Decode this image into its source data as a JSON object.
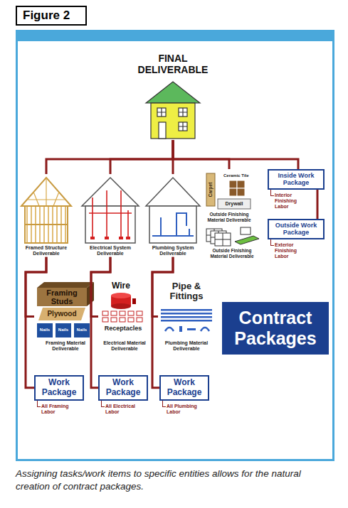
{
  "diagram": {
    "title": "Figure 2",
    "caption": "Assigning tasks/work items to specific entities allows for the natural creation of contract packages.",
    "nodes": [
      {
        "text": [
          "FINAL DELIVERABLE"
        ]
      },
      {
        "text": [
          "Framed Structure Deliverable"
        ]
      },
      {
        "text": [
          "Electrical System Deliverable"
        ]
      },
      {
        "text": [
          "Plumbing System Deliverable"
        ]
      },
      {
        "text": [
          "Outside Finishing Material Deliverable"
        ]
      },
      {
        "text": [
          "Outside Finishing Material Deliverable"
        ]
      },
      {
        "text": [
          "Inside Work Package",
          "Interior Finishing Labor"
        ]
      },
      {
        "text": [
          "Outside Work Package",
          "Exterior Finishing Labor"
        ]
      },
      {
        "text": [
          "Framing Material Deliverable"
        ]
      },
      {
        "text": [
          "Electrical Material Deliverable"
        ]
      },
      {
        "text": [
          "Plumbing Material Deliverable"
        ]
      },
      {
        "text": [
          "Work Package",
          "All Framing Labor"
        ]
      },
      {
        "text": [
          "Work Package",
          "All Electrical Labor"
        ]
      },
      {
        "text": [
          "Work Package",
          "All Plumbing Labor"
        ]
      },
      {
        "text": [
          "Contract Packages"
        ]
      }
    ],
    "edges": [
      {
        "from": 0,
        "to": 1,
        "arrow": "none"
      },
      {
        "from": 0,
        "to": 2,
        "arrow": "none"
      },
      {
        "from": 0,
        "to": 3,
        "arrow": "none"
      },
      {
        "from": 0,
        "to": 4,
        "arrow": "none"
      },
      {
        "from": 0,
        "to": 6,
        "arrow": "none"
      },
      {
        "from": 6,
        "to": 7,
        "arrow": "none"
      },
      {
        "from": 1,
        "to": 8,
        "arrow": "none"
      },
      {
        "from": 1,
        "to": 11,
        "arrow": "none"
      },
      {
        "from": 2,
        "to": 9,
        "arrow": "none"
      },
      {
        "from": 2,
        "to": 12,
        "arrow": "none"
      },
      {
        "from": 3,
        "to": 10,
        "arrow": "none"
      },
      {
        "from": 3,
        "to": 13,
        "arrow": "none"
      }
    ],
    "labels": [
      "Carpet",
      "Ceramic Tile",
      "Drywall",
      "Framing Studs",
      "Plywood",
      "Nails",
      "Nails",
      "Nails",
      "Wire",
      "Receptacles",
      "Pipe & Fittings"
    ]
  }
}
